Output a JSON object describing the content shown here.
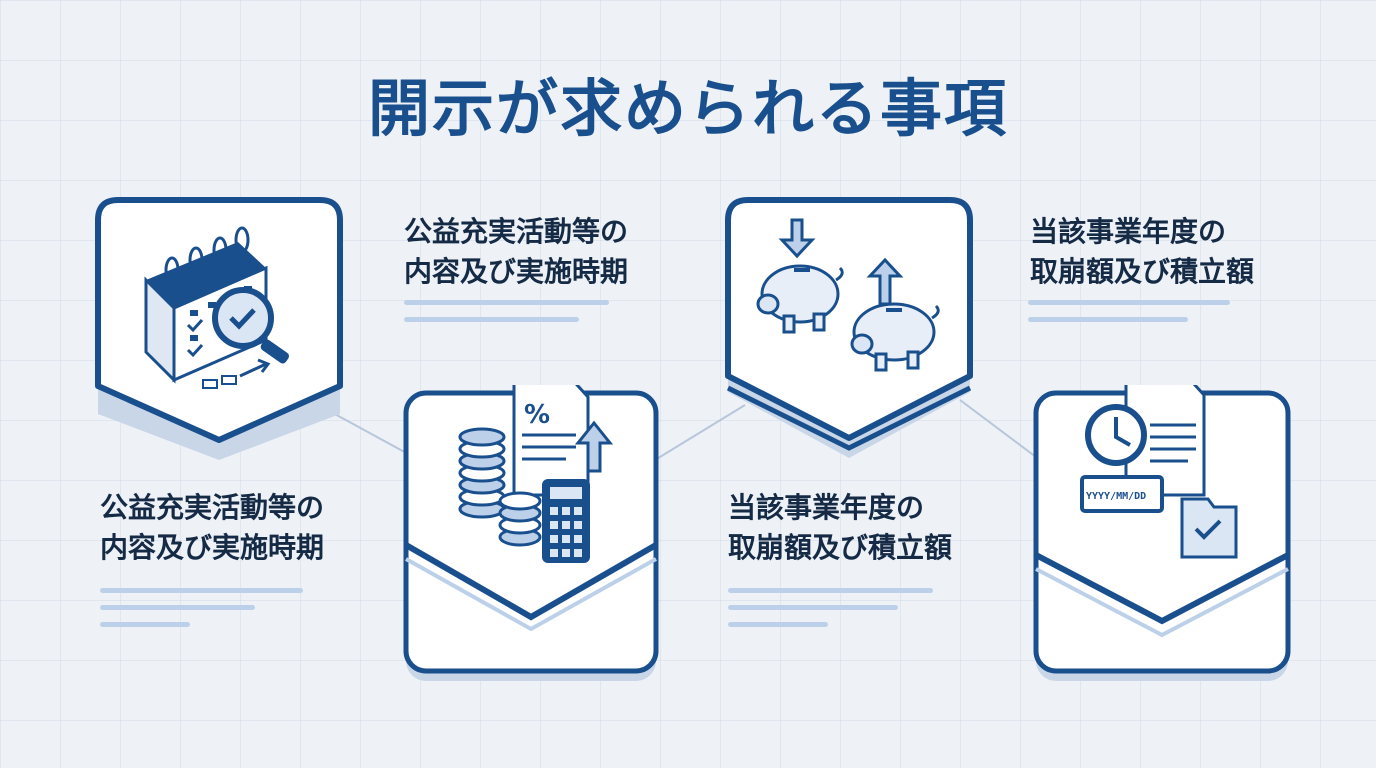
{
  "title": "開示が求められる事項",
  "items": [
    {
      "line1": "公益充実活動等の",
      "line2": "内容及び実施時期",
      "icon": "calendar-magnifier-icon"
    },
    {
      "line1": "公益充実活動等の",
      "line2": "内容及び実施時期",
      "icon": "coins-calculator-icon"
    },
    {
      "line1": "当該事業年度の",
      "line2": "取崩額及び積立額",
      "icon": "piggy-bank-icon"
    },
    {
      "line1": "当該事業年度の",
      "line2": "取崩額及び積立額",
      "icon": "clock-document-folder-icon"
    }
  ],
  "date_field": "YYYY/MM/DD",
  "percent_symbol": "%",
  "colors": {
    "accent": "#1a4f8e",
    "light": "#bcd0ea",
    "background": "#eef2f7"
  }
}
